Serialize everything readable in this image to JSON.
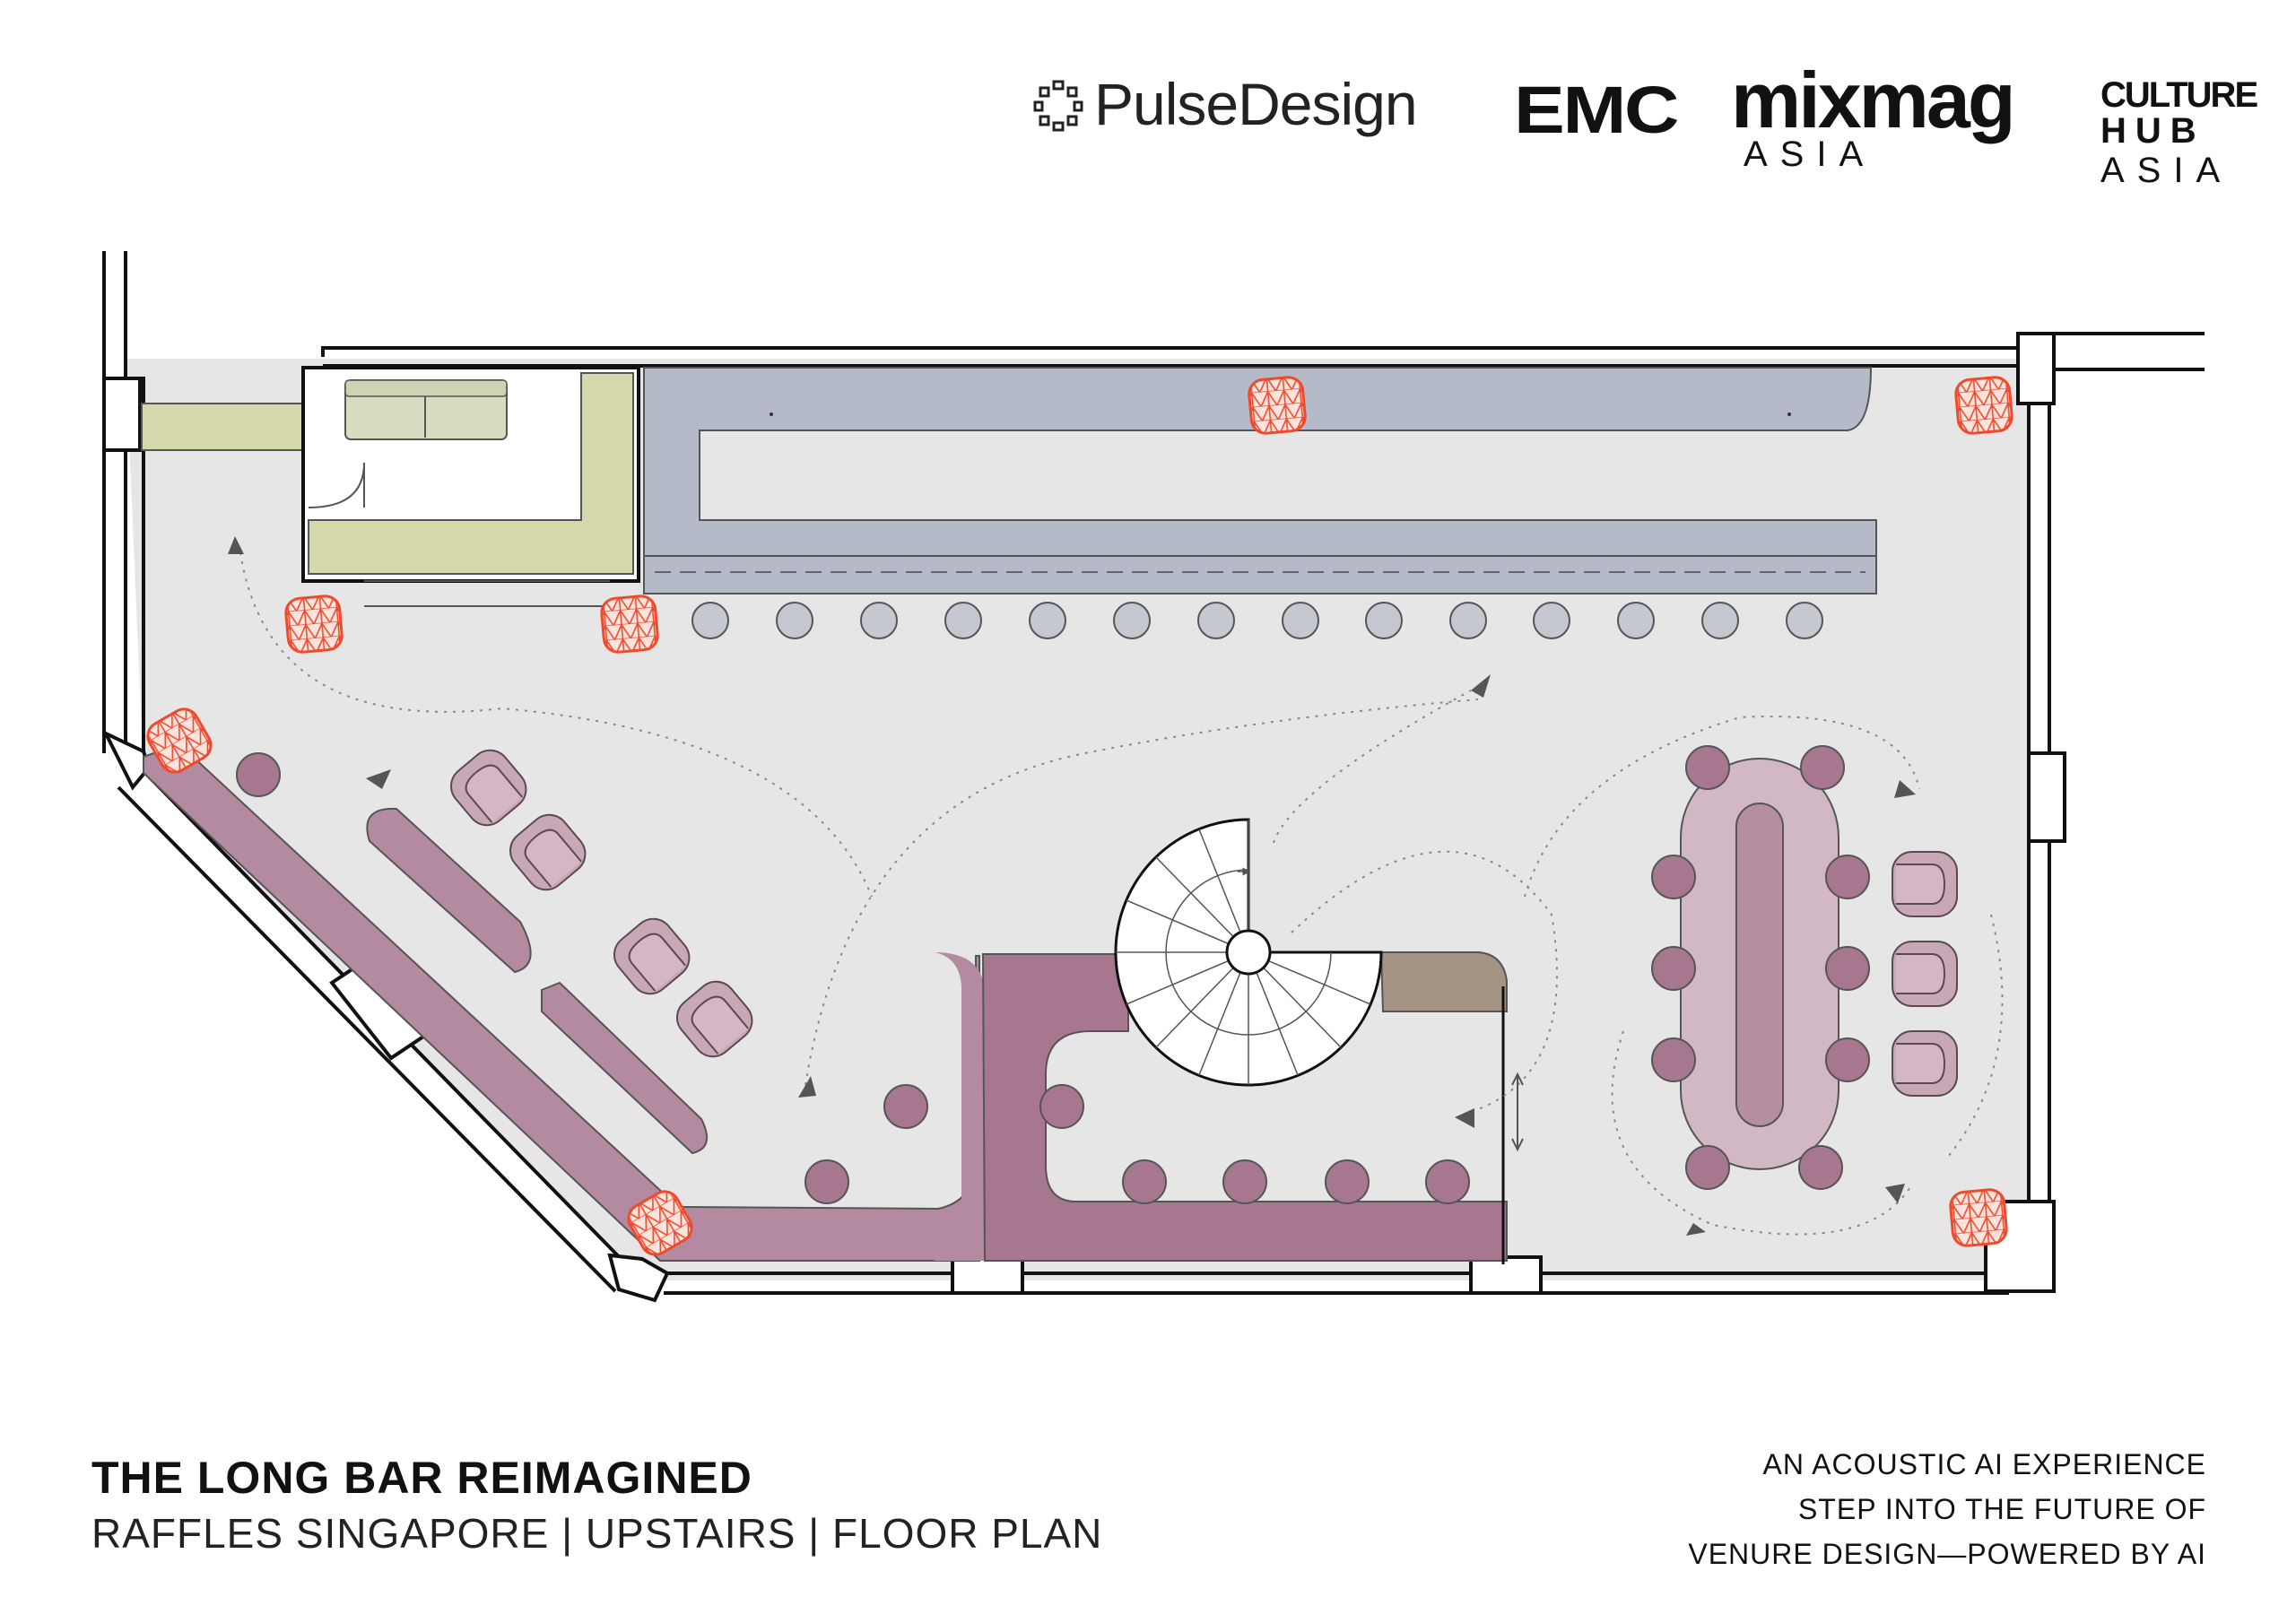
{
  "logos": {
    "pulse": "PulseDesign",
    "emc": "EMC",
    "mixmag": "mixmag",
    "mixmag_sub": "ASIA",
    "culture_line1": "CULTURE",
    "culture_line2": "HUB",
    "culture_line3": "ASIA"
  },
  "caption": {
    "title": "THE LONG BAR REIMAGINED",
    "subtitle": "RAFFLES SINGAPORE  |  UPSTAIRS  |  FLOOR PLAN",
    "tagline": [
      "AN ACOUSTIC AI EXPERIENCE",
      "STEP INTO THE FUTURE OF",
      "VENURE DESIGN—POWERED BY AI"
    ]
  },
  "colors": {
    "floor": "#e6e6e6",
    "bar_blue": "#b4bac8",
    "mauve": "#b38a9f",
    "mauve_dark": "#a77790",
    "stool": "#c5c8d0",
    "seat": "#a6778e",
    "armchair": "#c8a7b6",
    "lounge_green": "#d4d8aa",
    "speaker_red": "#f04a2c",
    "counter_brown": "#a59383"
  },
  "icons": [
    "pulse-ring-icon",
    "speaker-icon",
    "spiral-stair-icon",
    "flow-arrow-icon",
    "sofa-icon"
  ]
}
